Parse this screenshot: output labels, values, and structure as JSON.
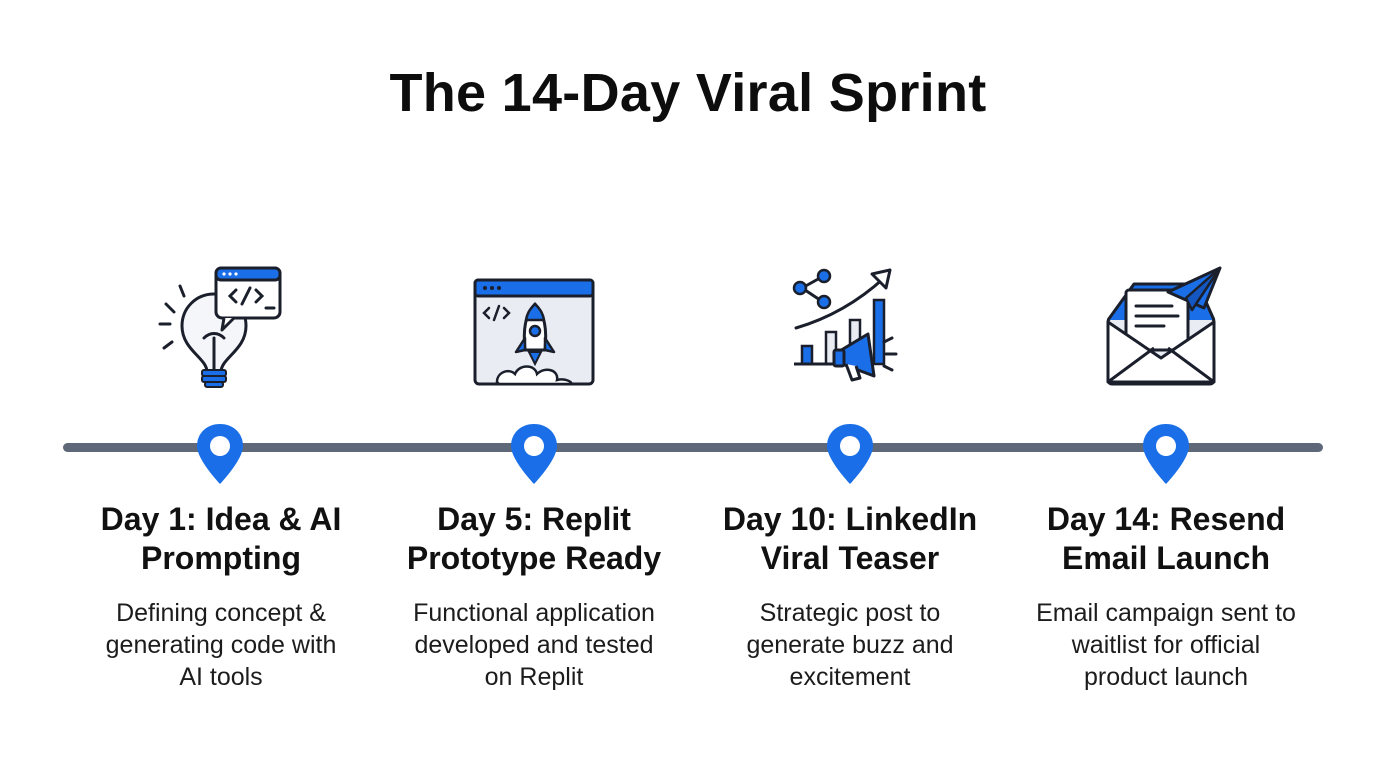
{
  "title": "The 14-Day Viral Sprint",
  "colors": {
    "accent": "#1a6fe8",
    "line": "#5e6878",
    "icon_stroke": "#1a1f2b",
    "icon_fill_light": "#e9edf3"
  },
  "steps": [
    {
      "icon": "lightbulb-code-icon",
      "title_line1": "Day 1: Idea & AI",
      "title_line2": "Prompting",
      "desc_line1": "Defining concept &",
      "desc_line2": "generating code with",
      "desc_line3": "AI tools"
    },
    {
      "icon": "browser-rocket-icon",
      "title_line1": "Day 5: Replit",
      "title_line2": "Prototype Ready",
      "desc_line1": "Functional application",
      "desc_line2": "developed and tested",
      "desc_line3": "on Replit"
    },
    {
      "icon": "growth-megaphone-icon",
      "title_line1": "Day 10: LinkedIn",
      "title_line2": "Viral Teaser",
      "desc_line1": "Strategic post to",
      "desc_line2": "generate buzz and",
      "desc_line3": "excitement"
    },
    {
      "icon": "email-paper-plane-icon",
      "title_line1": "Day 14: Resend",
      "title_line2": "Email Launch",
      "desc_line1": "Email campaign sent to",
      "desc_line2": "waitlist for official",
      "desc_line3": "product launch"
    }
  ]
}
